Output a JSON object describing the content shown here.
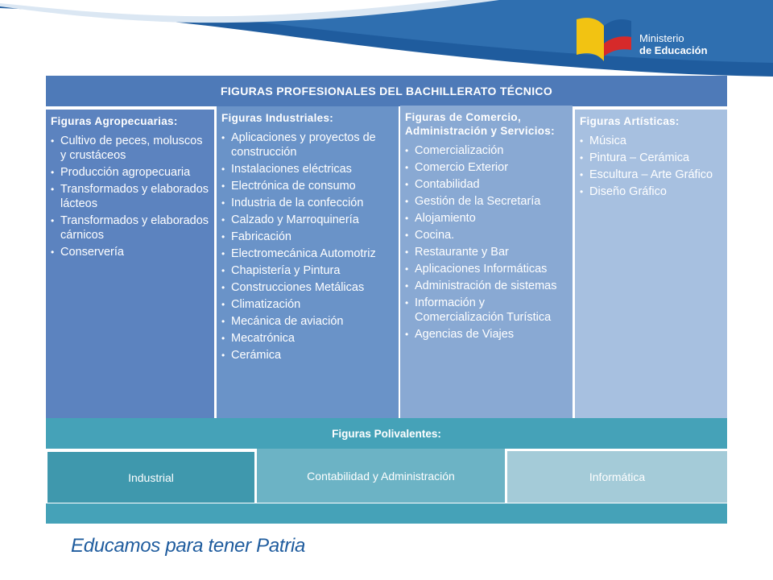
{
  "brand": {
    "line1": "Ministerio",
    "line2": "de Educación",
    "colors": {
      "blue": "#1f5c9e",
      "yellow": "#f2c312",
      "red": "#d62a2a"
    }
  },
  "main_title": "FIGURAS PROFESIONALES DEL BACHILLERATO TÉCNICO",
  "columns": [
    {
      "title": "Figuras Agropecuarias:",
      "items": [
        "Cultivo de peces, moluscos y crustáceos",
        "Producción agropecuaria",
        "Transformados y elaborados lácteos",
        "Transformados y elaborados cárnicos",
        "Conservería"
      ]
    },
    {
      "title": "Figuras Industriales:",
      "items": [
        "Aplicaciones y proyectos de construcción",
        "Instalaciones eléctricas",
        "Electrónica de consumo",
        "Industria de la confección",
        "Calzado y Marroquinería",
        "Fabricación",
        "Electromecánica Automotriz",
        "Chapistería y Pintura",
        "Construcciones Metálicas",
        "Climatización",
        "Mecánica de aviación",
        "Mecatrónica",
        "Cerámica"
      ]
    },
    {
      "title": "Figuras de Comercio, Administración y Servicios:",
      "items": [
        "Comercialización",
        "Comercio Exterior",
        "Contabilidad",
        "Gestión de la Secretaría",
        "Alojamiento",
        "Cocina.",
        "Restaurante y Bar",
        "Aplicaciones Informáticas",
        "Administración de sistemas",
        "Información y Comercialización Turística",
        "Agencias de Viajes"
      ]
    },
    {
      "title": "Figuras Artísticas:",
      "items": [
        "Música",
        "Pintura – Cerámica",
        "Escultura – Arte Gráfico",
        "Diseño Gráfico"
      ]
    }
  ],
  "polyvalent": {
    "title": "Figuras Polivalentes:",
    "items": [
      "Industrial",
      "Contabilidad y Administración",
      "Informática"
    ]
  },
  "footer": {
    "slogan": "Educamos para tener Patria"
  }
}
